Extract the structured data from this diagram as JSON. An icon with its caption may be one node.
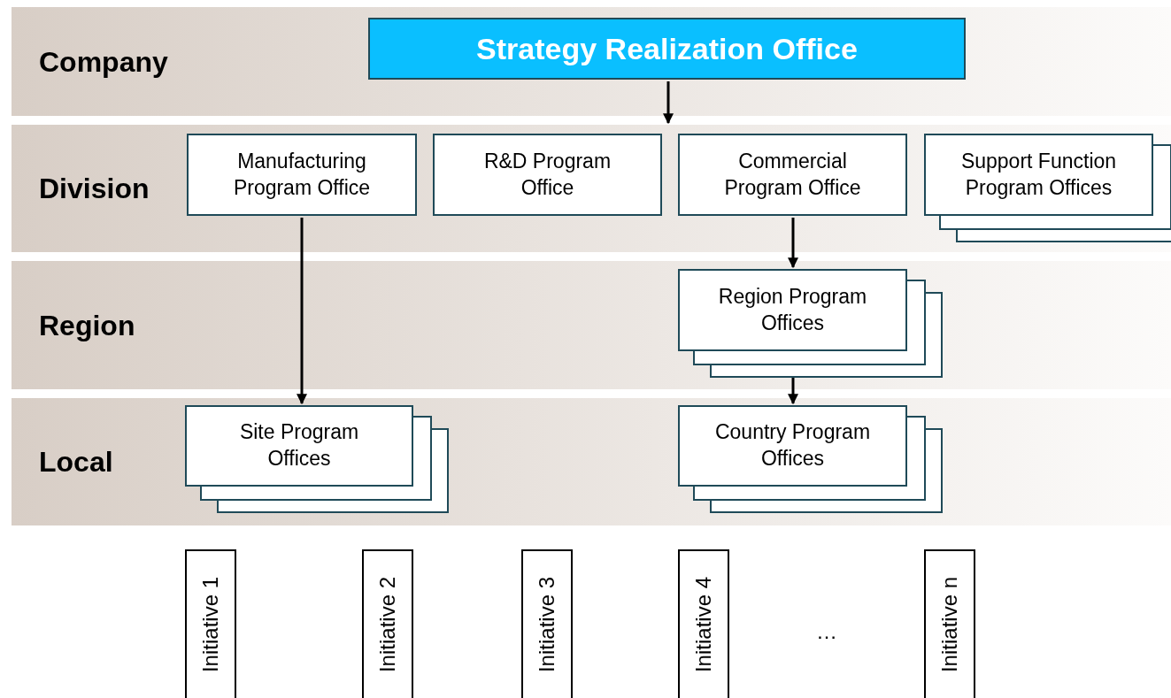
{
  "diagram": {
    "nodes": [
      {
        "text": [
          "Company"
        ]
      },
      {
        "text": [
          "Strategy Realization Office"
        ],
        "in": 0
      },
      {
        "text": [
          "Division"
        ]
      },
      {
        "text": [
          "Manufacturing Program Office"
        ],
        "in": 2
      },
      {
        "text": [
          "R&D Program Office"
        ],
        "in": 2
      },
      {
        "text": [
          "Commercial Program Office"
        ],
        "in": 2
      },
      {
        "text": [
          "Support Function Program Offices"
        ],
        "in": 2
      },
      {
        "text": [
          "Region"
        ]
      },
      {
        "text": [
          "Region Program Offices"
        ],
        "in": 7
      },
      {
        "text": [
          "Local"
        ]
      },
      {
        "text": [
          "Site Program Offices"
        ],
        "in": 9
      },
      {
        "text": [
          "Country Program Offices"
        ],
        "in": 9
      },
      {
        "text": [
          "Initiative 1"
        ]
      },
      {
        "text": [
          "Initiative 2"
        ]
      },
      {
        "text": [
          "Initiative 3"
        ]
      },
      {
        "text": [
          "Initiative 4"
        ]
      },
      {
        "text": [
          "Initiative n"
        ]
      }
    ],
    "edges": [
      {
        "from": 1,
        "to": 2,
        "arrow": "to"
      },
      {
        "from": 3,
        "to": 10,
        "arrow": "to"
      },
      {
        "from": 5,
        "to": 8,
        "arrow": "to"
      },
      {
        "from": 8,
        "to": 11,
        "arrow": "to"
      }
    ],
    "labels": [
      "…"
    ]
  }
}
